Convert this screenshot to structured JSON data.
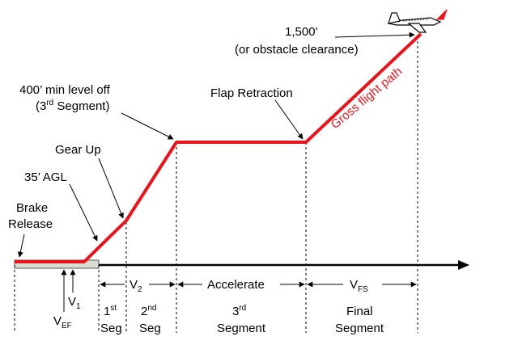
{
  "colors": {
    "flight_path": "#e8141c",
    "ink": "#000000",
    "runway_fill": "#d9dcd3"
  },
  "icons": {
    "aircraft": "airplane-icon"
  },
  "annotations": {
    "altitude_1500": "1,500’",
    "obstacle": "(or obstacle clearance)",
    "level_off_1": "400’ min level off",
    "level_off_2_pre": "(3",
    "level_off_2_sup": "rd",
    "level_off_2_post": " Segment)",
    "flap_retraction": "Flap Retraction",
    "gear_up": "Gear Up",
    "agl_35": "35’ AGL",
    "brake_1": "Brake",
    "brake_2": "Release",
    "gross_flight_path": "Gross flight path"
  },
  "speeds": {
    "v1_main": "V",
    "v1_sub": "1",
    "vef_main": "V",
    "vef_sub": "EF",
    "v2_main": "V",
    "v2_sub": "2",
    "accelerate": "Accelerate",
    "vfs_main": "V",
    "vfs_sub": "FS"
  },
  "segments": {
    "first_num": "1",
    "first_sup": "st",
    "first_word": "Seg",
    "second_num": "2",
    "second_sup": "nd",
    "second_word": "Seg",
    "third_num": "3",
    "third_sup": "rd",
    "third_word": "Segment",
    "final_1": "Final",
    "final_2": "Segment"
  }
}
